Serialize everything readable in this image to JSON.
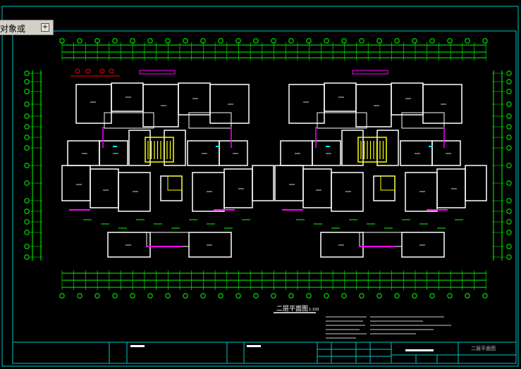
{
  "command_tab": {
    "label": "对象或",
    "toggle_icon": "expand-icon"
  },
  "drawing": {
    "title": "二层平面图",
    "title_scale": "1:100",
    "sheet_title": "二层平面图",
    "colors": {
      "frame": "#00c8c8",
      "wall": "#ffffff",
      "dim": "#00ff00",
      "door": "#ff00ff",
      "stair": "#ffff00",
      "grid": "#00ff00",
      "tag": "#ff0000"
    }
  }
}
